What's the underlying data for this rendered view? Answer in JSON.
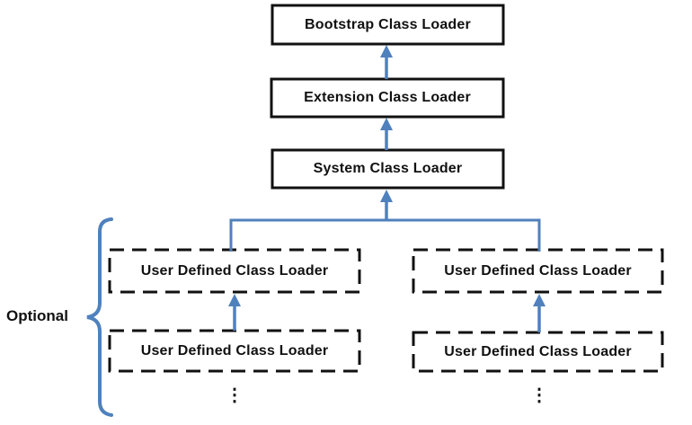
{
  "colors": {
    "connector_blue": "#4f81bd",
    "border_black": "#111111",
    "background": "#ffffff"
  },
  "nodes": {
    "bootstrap": {
      "label": "Bootstrap Class Loader"
    },
    "extension": {
      "label": "Extension Class Loader"
    },
    "system": {
      "label": "System Class Loader"
    },
    "user_defined_top_left": {
      "label": "User Defined Class Loader"
    },
    "user_defined_bottom_left": {
      "label": "User Defined Class Loader"
    },
    "user_defined_top_right": {
      "label": "User Defined Class Loader"
    },
    "user_defined_bottom_right": {
      "label": "User Defined Class Loader"
    }
  },
  "annotations": {
    "optional": "Optional",
    "ellipsis_left": "⋮",
    "ellipsis_right": "⋮"
  }
}
